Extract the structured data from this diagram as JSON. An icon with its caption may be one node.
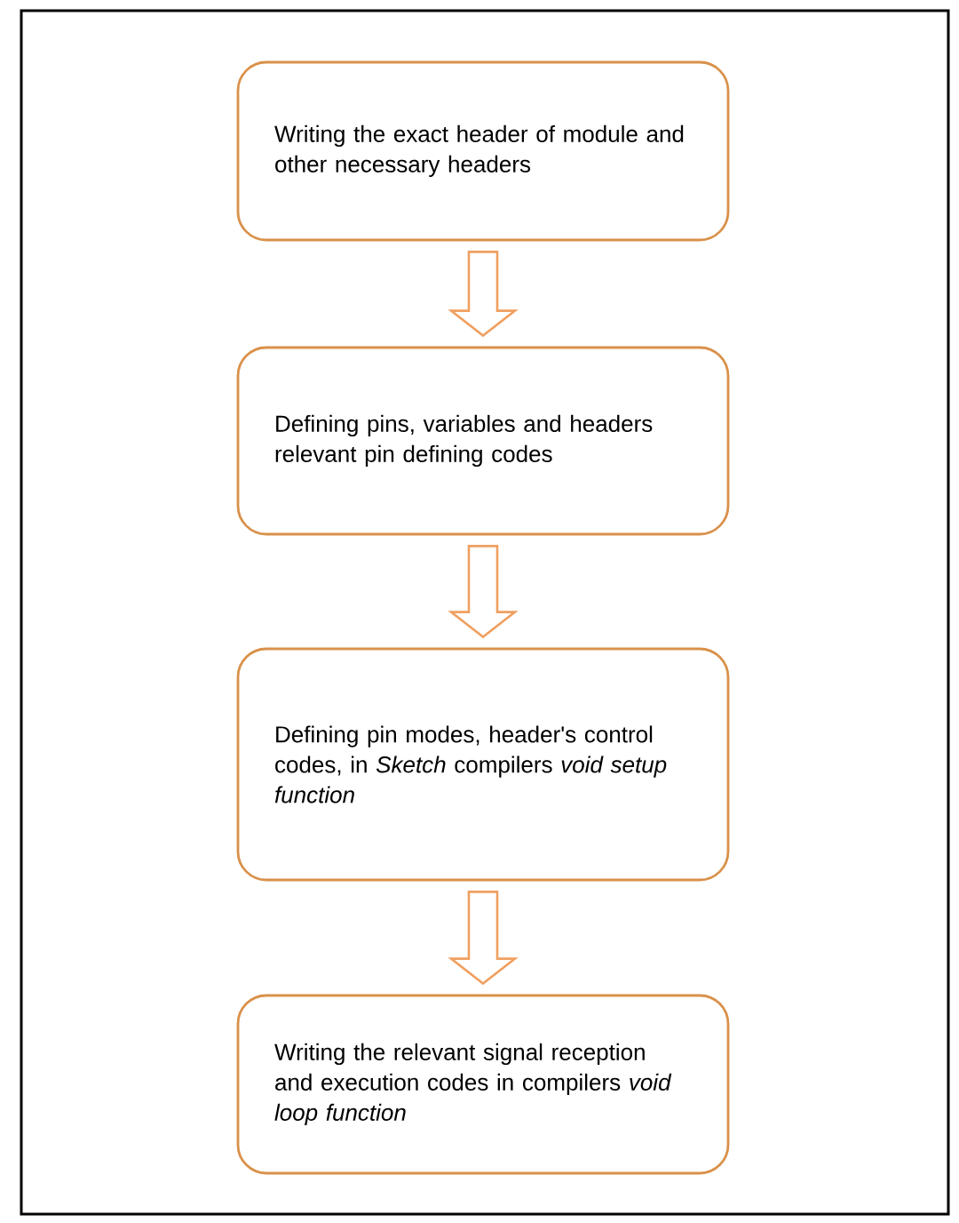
{
  "diagram": {
    "nodes": [
      {
        "text": [
          "Writing the exact header of module and other necessary headers"
        ]
      },
      {
        "text": [
          "Defining pins, variables and headers relevant pin defining codes"
        ]
      },
      {
        "text": [
          "Defining pin modes, header's control codes, in *Sketch* compilers *void setup function*"
        ]
      },
      {
        "text": [
          "Writing the relevant signal reception and execution codes in compilers *void loop function*"
        ]
      }
    ],
    "edges": [
      {
        "from": 0,
        "to": 1,
        "arrow": "to"
      },
      {
        "from": 1,
        "to": 2,
        "arrow": "to"
      },
      {
        "from": 2,
        "to": 3,
        "arrow": "to"
      }
    ]
  }
}
